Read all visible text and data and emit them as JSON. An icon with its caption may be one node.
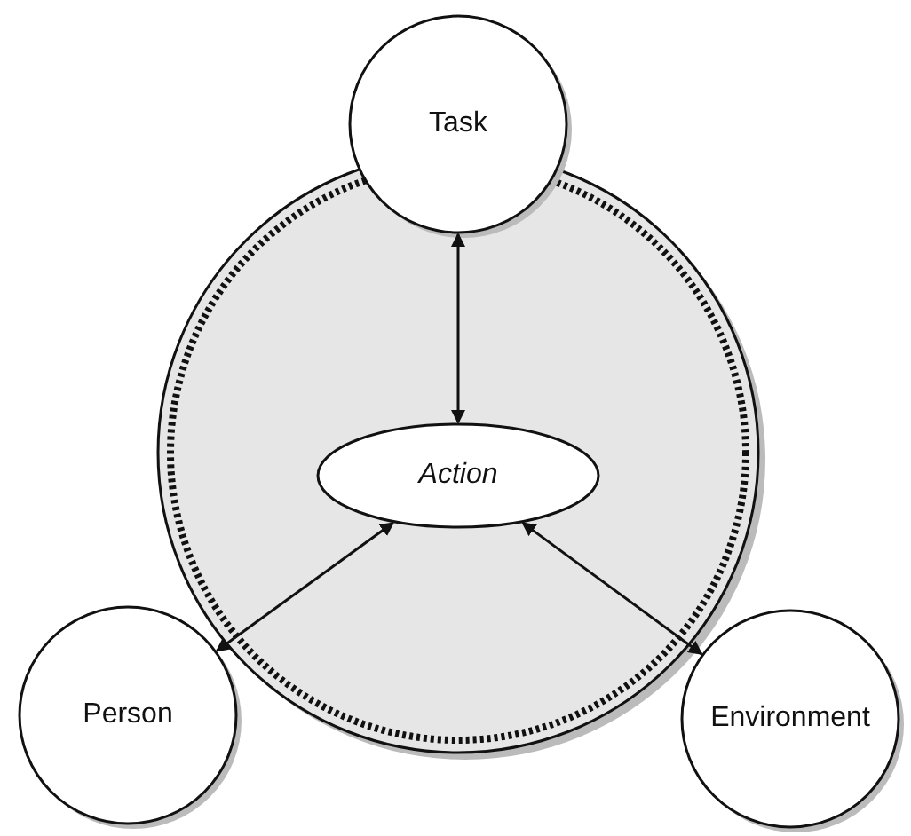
{
  "diagram": {
    "nodes": [
      {
        "text": [],
        "shape": "circle"
      },
      {
        "text": [
          "Task"
        ]
      },
      {
        "text": [
          "Action"
        ],
        "in": 0
      },
      {
        "text": [
          "Person"
        ]
      },
      {
        "text": [
          "Environment"
        ]
      }
    ],
    "edges": [
      {
        "from": 1,
        "to": 2,
        "arrow": "both"
      },
      {
        "from": 2,
        "to": 3,
        "arrow": "both"
      },
      {
        "from": 2,
        "to": 4,
        "arrow": "both"
      }
    ]
  }
}
